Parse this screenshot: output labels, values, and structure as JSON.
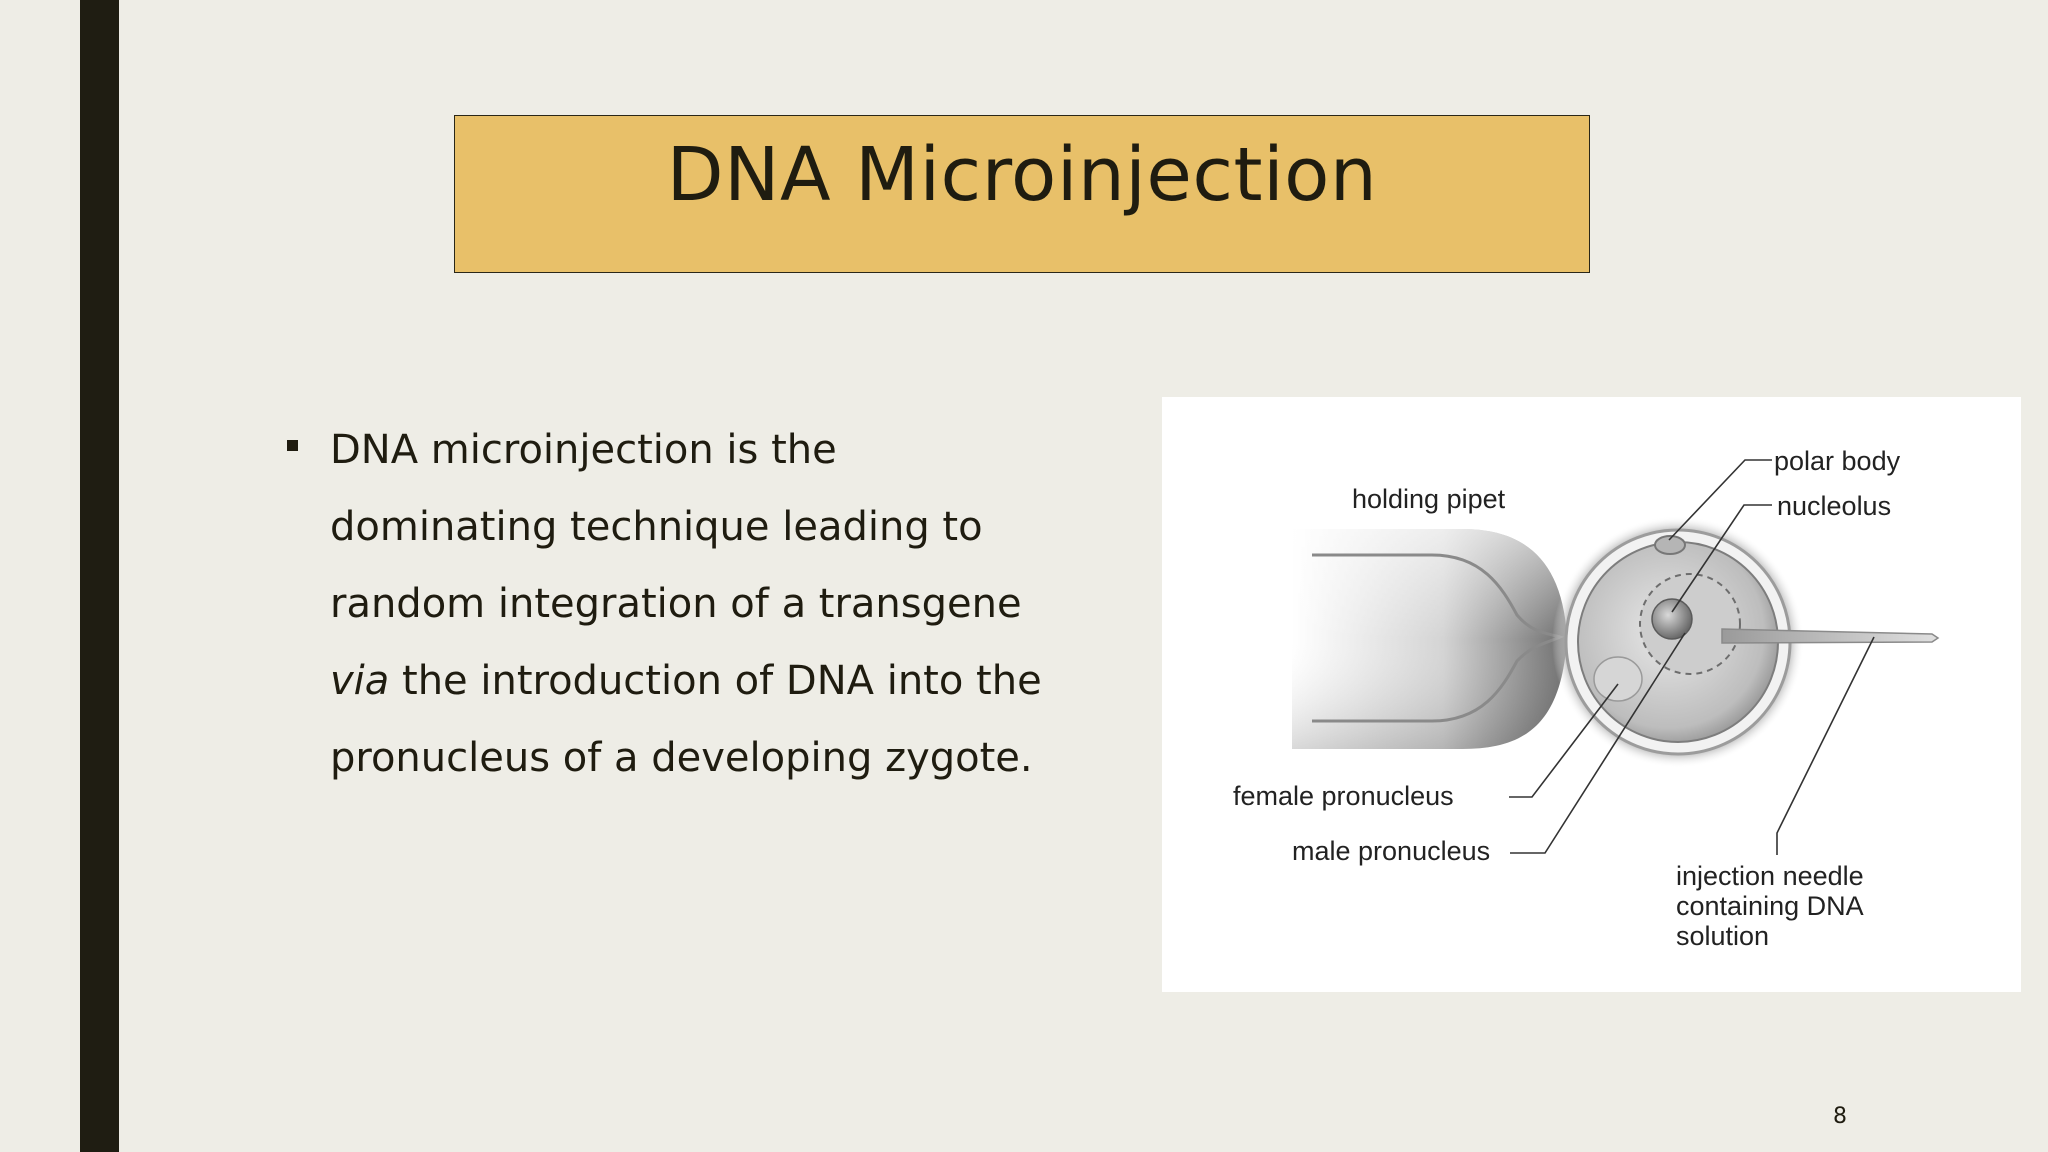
{
  "slide": {
    "title": "DNA Microinjection",
    "bullet": {
      "part1": "DNA microinjection is the dominating technique leading to random integration of a transgene ",
      "italic": "via",
      "part2": " the introduction of DNA into the pronucleus of a developing zygote."
    },
    "page_number": "8"
  },
  "figure": {
    "labels": {
      "polar_body": "polar body",
      "nucleolus": "nucleolus",
      "holding_pipet": "holding pipet",
      "female_pronucleus": "female pronucleus",
      "male_pronucleus": "male pronucleus",
      "injection_line1": "injection needle",
      "injection_line2": "containing DNA",
      "injection_line3": "solution"
    }
  },
  "colors": {
    "background": "#eeede6",
    "left_bar": "#1f1d12",
    "title_box": "#e8c069"
  }
}
